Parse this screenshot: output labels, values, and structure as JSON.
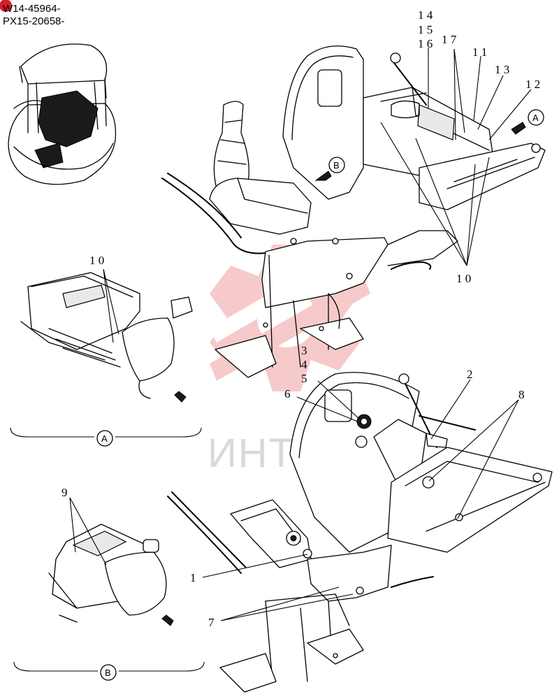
{
  "header": {
    "serial_line_1": "W14-45964-",
    "serial_line_2": "PX15-20658-",
    "badge_color": "#d4202a"
  },
  "watermark": {
    "text": "ИНТЕХ",
    "color": "#f0a0a0"
  },
  "section_labels": {
    "view_a": "A",
    "view_b": "B"
  },
  "callouts": {
    "c1": "1",
    "c2": "2",
    "c3": "3",
    "c4": "4",
    "c5": "5",
    "c6": "6",
    "c7": "7",
    "c8": "8",
    "c9": "9",
    "c10_upper": "1 0",
    "c10_detail": "1 0",
    "c11": "1 1",
    "c12": "1 2",
    "c13": "1 3",
    "c14": "1 4",
    "c15": "1 5",
    "c16": "1 6",
    "c17": "1 7"
  }
}
